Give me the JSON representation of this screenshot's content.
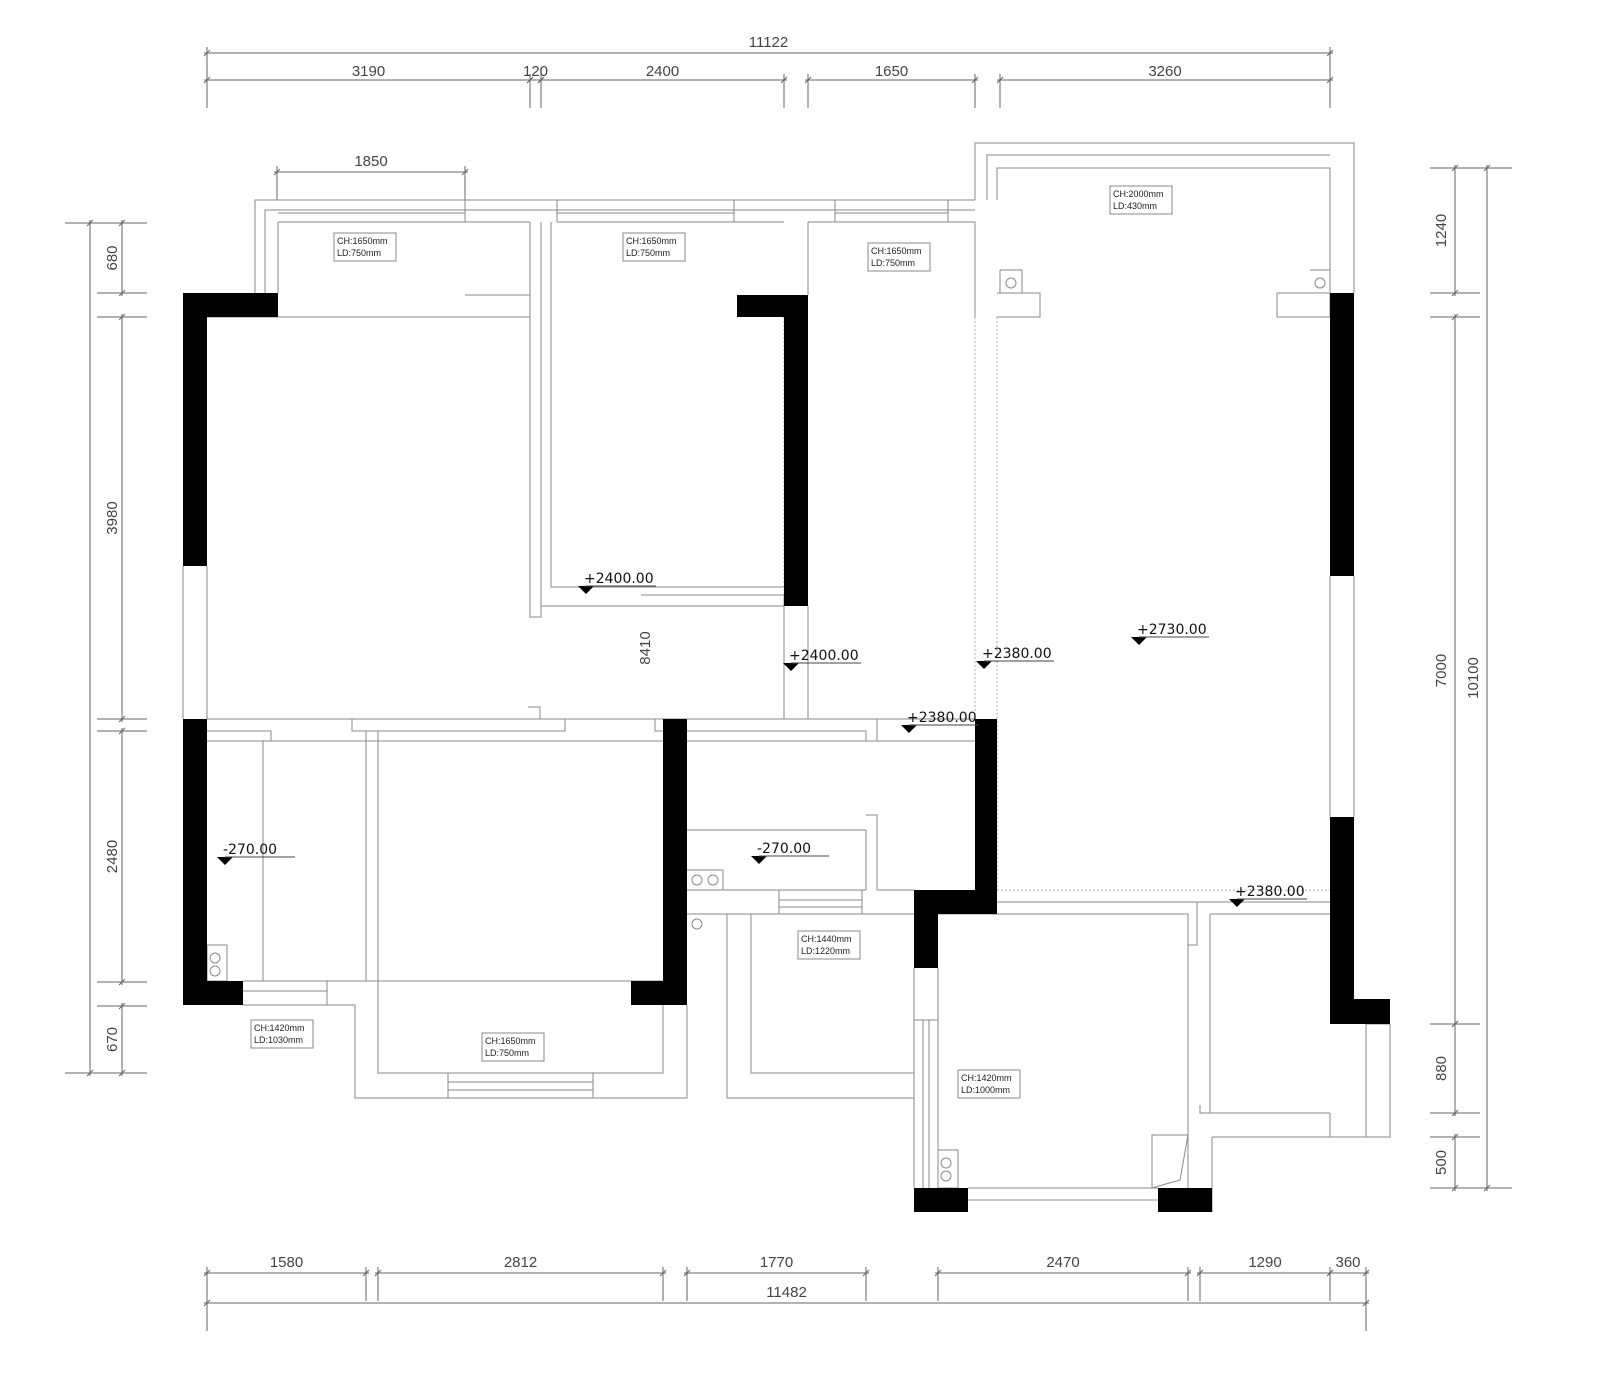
{
  "dimensions": {
    "top_overall": "11122",
    "top": [
      "3190",
      "120",
      "2400",
      "1650",
      "3260"
    ],
    "top_inner": "1850",
    "left_overall": "8410",
    "left": [
      "680",
      "3980",
      "2480",
      "670"
    ],
    "right_overall": "10100",
    "right": [
      "1240",
      "7000",
      "880",
      "500"
    ],
    "bottom": [
      "1580",
      "2812",
      "1770",
      "2470",
      "1290",
      "360"
    ],
    "bottom_overall": "11482"
  },
  "window_labels": [
    {
      "ch": "CH:1650mm",
      "ld": "LD:750mm"
    },
    {
      "ch": "CH:1650mm",
      "ld": "LD:750mm"
    },
    {
      "ch": "CH:1650mm",
      "ld": "LD:750mm"
    },
    {
      "ch": "CH:2000mm",
      "ld": "LD:430mm"
    },
    {
      "ch": "CH:1440mm",
      "ld": "LD:1220mm"
    },
    {
      "ch": "CH:1420mm",
      "ld": "LD:1030mm"
    },
    {
      "ch": "CH:1650mm",
      "ld": "LD:750mm"
    },
    {
      "ch": "CH:1420mm",
      "ld": "LD:1000mm"
    }
  ],
  "elevations": [
    "+2400.00",
    "+2400.00",
    "+2380.00",
    "+2380.00",
    "+2730.00",
    "-270.00",
    "-270.00",
    "+2380.00"
  ]
}
